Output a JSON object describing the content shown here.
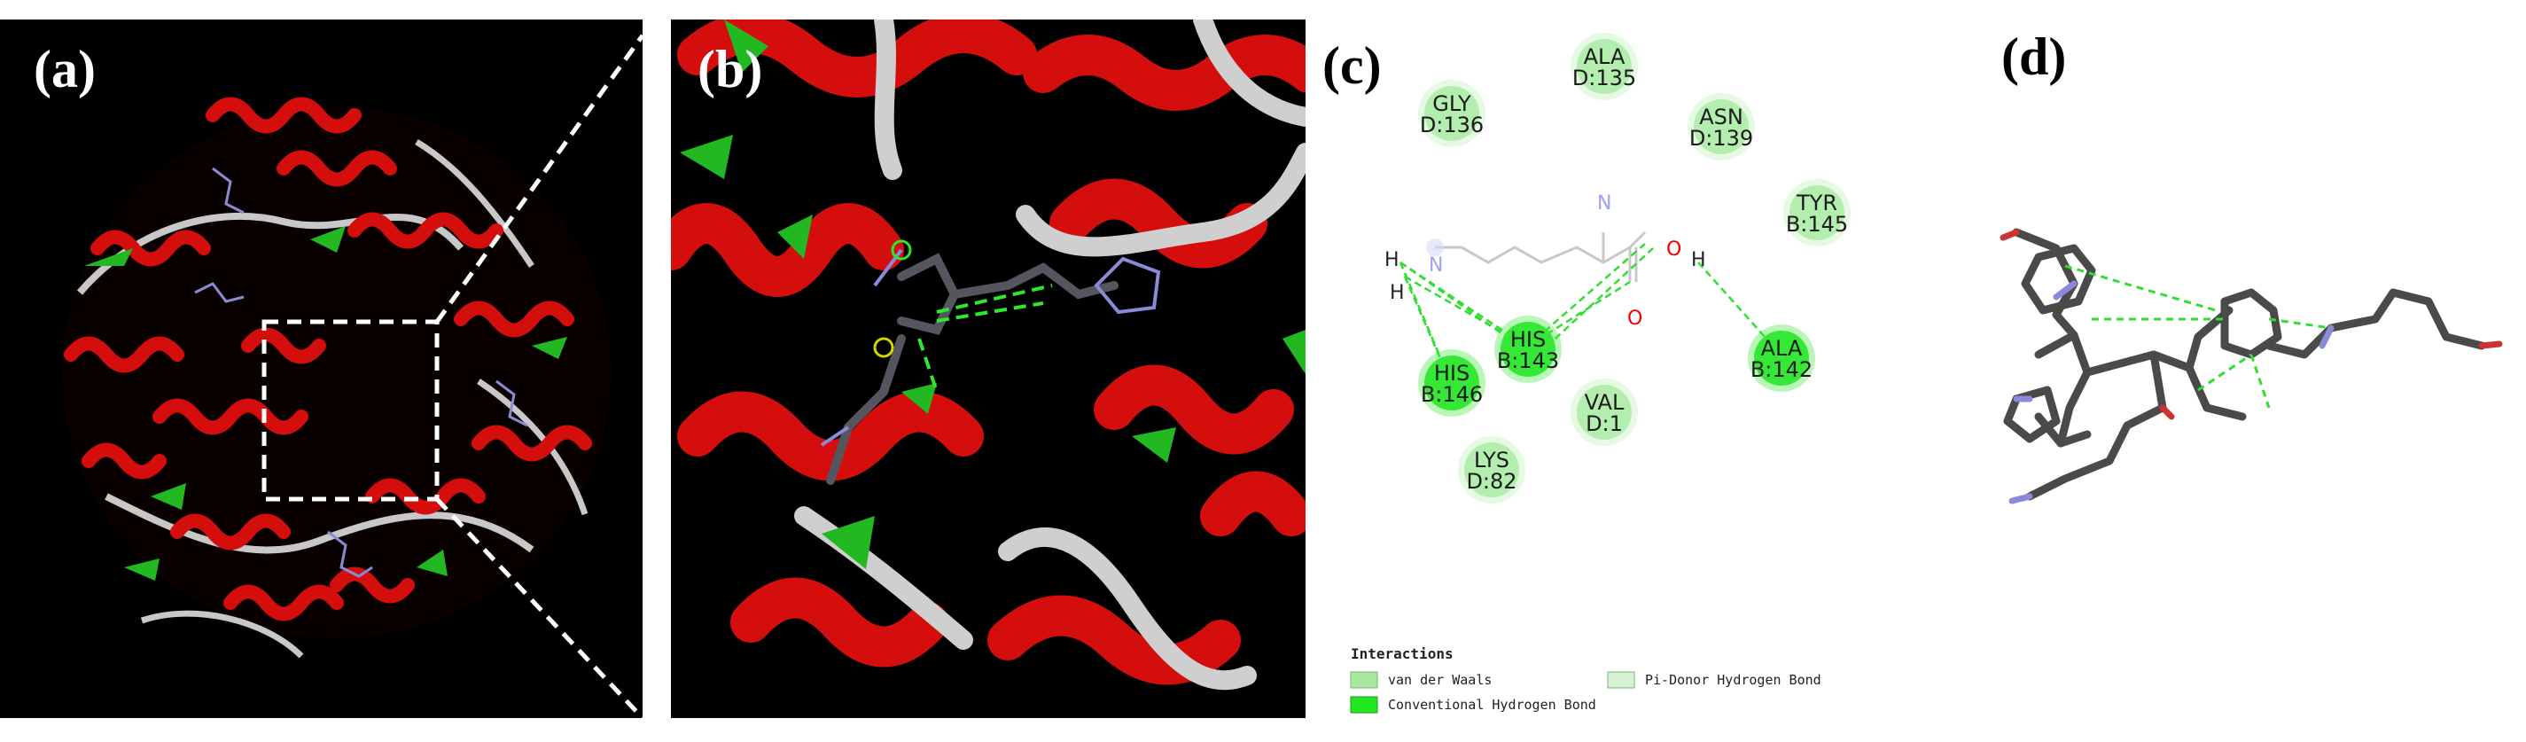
{
  "panels": {
    "a": {
      "label": "(a)"
    },
    "b": {
      "label": "(b)"
    },
    "c": {
      "label": "(c)"
    },
    "d": {
      "label": "(d)"
    }
  },
  "residues": [
    {
      "id": "ala135",
      "name": "ALA",
      "chain": "D:135",
      "type": "vdw"
    },
    {
      "id": "gly136",
      "name": "GLY",
      "chain": "D:136",
      "type": "vdw"
    },
    {
      "id": "asn139",
      "name": "ASN",
      "chain": "D:139",
      "type": "vdw"
    },
    {
      "id": "tyr145",
      "name": "TYR",
      "chain": "B:145",
      "type": "vdw"
    },
    {
      "id": "his143",
      "name": "HIS",
      "chain": "B:143",
      "type": "hbond"
    },
    {
      "id": "ala142",
      "name": "ALA",
      "chain": "B:142",
      "type": "hbond"
    },
    {
      "id": "his146",
      "name": "HIS",
      "chain": "B:146",
      "type": "hbond"
    },
    {
      "id": "val1",
      "name": "VAL",
      "chain": "D:1",
      "type": "vdw"
    },
    {
      "id": "lys82",
      "name": "LYS",
      "chain": "D:82",
      "type": "vdw"
    }
  ],
  "ligand_atoms": {
    "n_top": "N",
    "o_acid": "O",
    "o_carbonyl": "O",
    "h_acid": "H",
    "n_amine": "N",
    "h_amine1": "H",
    "h_amine2": "H"
  },
  "legend": {
    "title": "Interactions",
    "items": [
      {
        "label": "van der Waals",
        "color": "#a8e8a0"
      },
      {
        "label": "Conventional Hydrogen Bond",
        "color": "#22e822"
      },
      {
        "label": "Pi-Donor Hydrogen Bond",
        "color": "#d8f2d4"
      }
    ]
  },
  "colors": {
    "helix": "#d40d0d",
    "strand": "#22b822",
    "coil": "#c8c8c8",
    "vdw": "#b4eeae",
    "hbond": "#36e836",
    "hbond_line": "#33dd33"
  }
}
